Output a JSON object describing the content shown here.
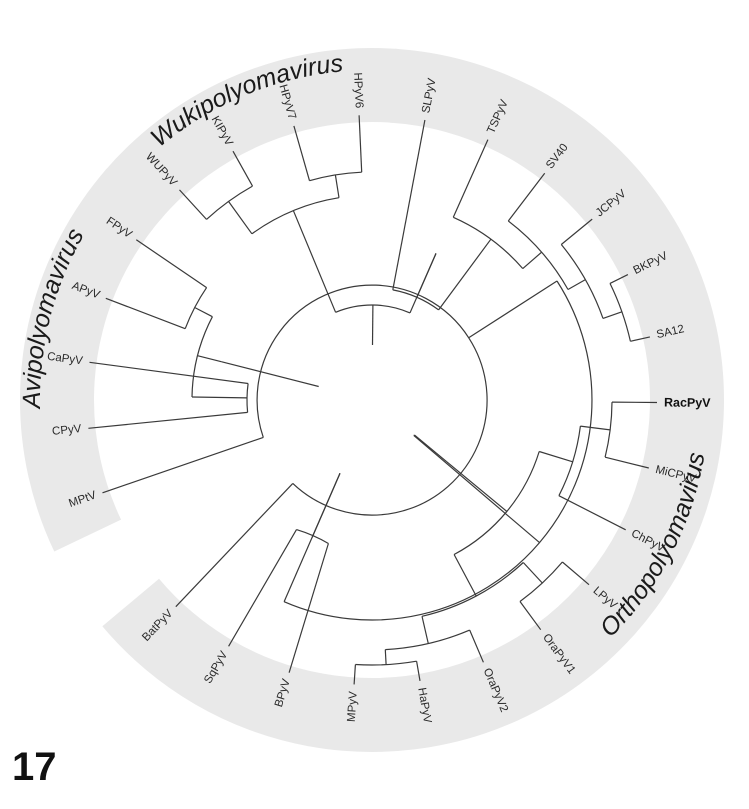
{
  "figure_number": "17",
  "clades": [
    {
      "id": "avi",
      "name": "Avipolyomavirus",
      "from": 1,
      "to": 4
    },
    {
      "id": "wuki",
      "name": "Wukipolyomavirus",
      "from": 5,
      "to": 8
    },
    {
      "id": "ortho",
      "name": "Orthopolyomavirus",
      "from": 9,
      "to": 25
    }
  ],
  "leaves": [
    {
      "id": 0,
      "label": "MPtV",
      "bold": false
    },
    {
      "id": 1,
      "label": "CPyV",
      "bold": false
    },
    {
      "id": 2,
      "label": "CaPyV",
      "bold": false
    },
    {
      "id": 3,
      "label": "APyV",
      "bold": false
    },
    {
      "id": 4,
      "label": "FPyV",
      "bold": false
    },
    {
      "id": 5,
      "label": "WUPyV",
      "bold": false
    },
    {
      "id": 6,
      "label": "KIPyV",
      "bold": false
    },
    {
      "id": 7,
      "label": "HPyV7",
      "bold": false
    },
    {
      "id": 8,
      "label": "HPyV6",
      "bold": false
    },
    {
      "id": 9,
      "label": "SLPyV",
      "bold": false
    },
    {
      "id": 10,
      "label": "TSPyV",
      "bold": false
    },
    {
      "id": 11,
      "label": "SV40",
      "bold": false
    },
    {
      "id": 12,
      "label": "JCPyV",
      "bold": false
    },
    {
      "id": 13,
      "label": "BKPyV",
      "bold": false
    },
    {
      "id": 14,
      "label": "SA12",
      "bold": false
    },
    {
      "id": 15,
      "label": "RacPyV",
      "bold": true
    },
    {
      "id": 16,
      "label": "MiCPyV",
      "bold": false
    },
    {
      "id": 17,
      "label": "ChPyV",
      "bold": false
    },
    {
      "id": 18,
      "label": "LPyV",
      "bold": false
    },
    {
      "id": 19,
      "label": "OraPyV1",
      "bold": false
    },
    {
      "id": 20,
      "label": "OraPyV2",
      "bold": false
    },
    {
      "id": 21,
      "label": "HaPyV",
      "bold": false
    },
    {
      "id": 22,
      "label": "MPyV",
      "bold": false
    },
    {
      "id": 23,
      "label": "BPyV",
      "bold": false
    },
    {
      "id": 24,
      "label": "SqPyV",
      "bold": false
    },
    {
      "id": 25,
      "label": "BatPyV",
      "bold": false
    }
  ]
}
